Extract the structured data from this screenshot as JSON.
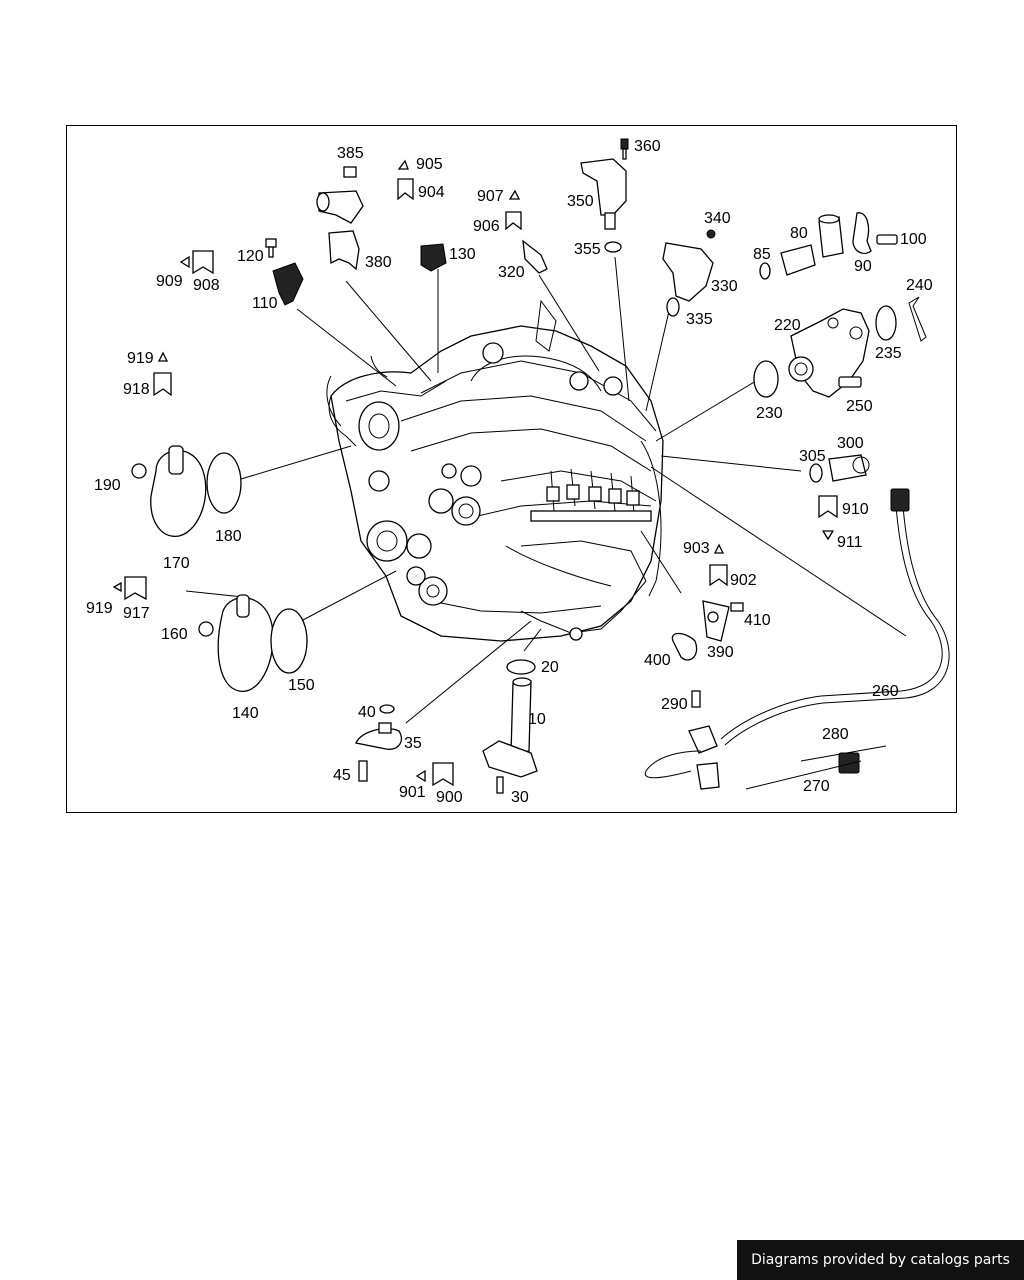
{
  "credit": "Diagrams provided by catalogs parts",
  "colors": {
    "line": "#000000",
    "background": "#ffffff",
    "credit_bg": "#111111",
    "credit_text": "#ffffff"
  },
  "labels": [
    {
      "id": "385",
      "text": "385"
    },
    {
      "id": "905",
      "text": "905"
    },
    {
      "id": "904",
      "text": "904"
    },
    {
      "id": "907",
      "text": "907"
    },
    {
      "id": "906",
      "text": "906"
    },
    {
      "id": "360",
      "text": "360"
    },
    {
      "id": "350",
      "text": "350"
    },
    {
      "id": "355",
      "text": "355"
    },
    {
      "id": "340",
      "text": "340"
    },
    {
      "id": "80",
      "text": "80"
    },
    {
      "id": "85",
      "text": "85"
    },
    {
      "id": "90",
      "text": "90"
    },
    {
      "id": "100",
      "text": "100"
    },
    {
      "id": "240",
      "text": "240"
    },
    {
      "id": "120",
      "text": "120"
    },
    {
      "id": "909",
      "text": "909"
    },
    {
      "id": "908",
      "text": "908"
    },
    {
      "id": "380",
      "text": "380"
    },
    {
      "id": "130",
      "text": "130"
    },
    {
      "id": "320",
      "text": "320"
    },
    {
      "id": "330",
      "text": "330"
    },
    {
      "id": "110",
      "text": "110"
    },
    {
      "id": "335",
      "text": "335"
    },
    {
      "id": "220",
      "text": "220"
    },
    {
      "id": "235",
      "text": "235"
    },
    {
      "id": "919a",
      "text": "919"
    },
    {
      "id": "918",
      "text": "918"
    },
    {
      "id": "230",
      "text": "230"
    },
    {
      "id": "250",
      "text": "250"
    },
    {
      "id": "305",
      "text": "305"
    },
    {
      "id": "300",
      "text": "300"
    },
    {
      "id": "190",
      "text": "190"
    },
    {
      "id": "180",
      "text": "180"
    },
    {
      "id": "910",
      "text": "910"
    },
    {
      "id": "170",
      "text": "170"
    },
    {
      "id": "911",
      "text": "911"
    },
    {
      "id": "903",
      "text": "903"
    },
    {
      "id": "902",
      "text": "902"
    },
    {
      "id": "919b",
      "text": "919"
    },
    {
      "id": "917",
      "text": "917"
    },
    {
      "id": "410",
      "text": "410"
    },
    {
      "id": "160",
      "text": "160"
    },
    {
      "id": "390",
      "text": "390"
    },
    {
      "id": "400",
      "text": "400"
    },
    {
      "id": "20",
      "text": "20"
    },
    {
      "id": "150",
      "text": "150"
    },
    {
      "id": "260",
      "text": "260"
    },
    {
      "id": "140",
      "text": "140"
    },
    {
      "id": "290",
      "text": "290"
    },
    {
      "id": "10",
      "text": "10"
    },
    {
      "id": "40",
      "text": "40"
    },
    {
      "id": "35",
      "text": "35"
    },
    {
      "id": "280",
      "text": "280"
    },
    {
      "id": "45",
      "text": "45"
    },
    {
      "id": "901",
      "text": "901"
    },
    {
      "id": "900",
      "text": "900"
    },
    {
      "id": "30",
      "text": "30"
    },
    {
      "id": "270",
      "text": "270"
    }
  ]
}
